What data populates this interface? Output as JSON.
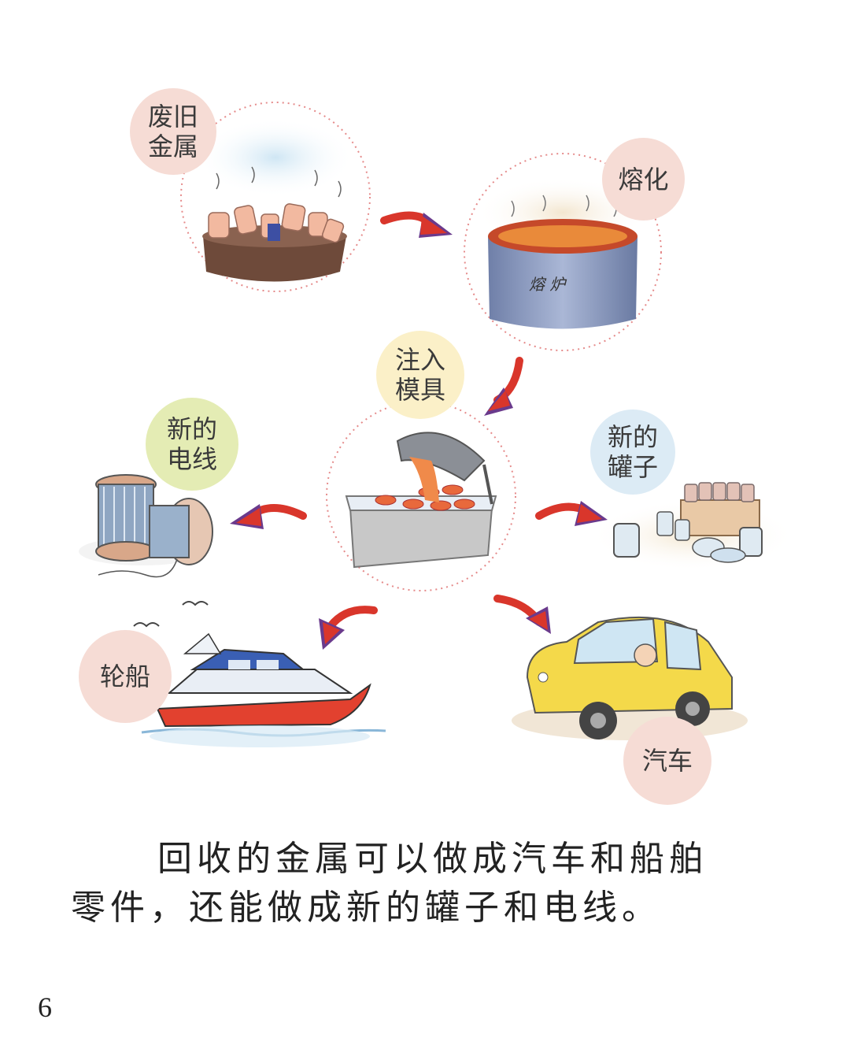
{
  "labels": {
    "scrap_metal": "废旧\n金属",
    "melt": "熔化",
    "furnace": "熔 炉",
    "mold": "注入\n模具",
    "wire": "新的\n电线",
    "cans": "新的\n罐子",
    "ship": "轮船",
    "car": "汽车"
  },
  "text": {
    "line1": "回收的金属可以做成汽车和船舶",
    "line2": "零件，还能做成新的罐子和电线。"
  },
  "page_number": "6",
  "colors": {
    "arrow": "#d9362b",
    "arrow_shadow": "#6a3a8c",
    "bubble_pink": "#f6dcd5",
    "bubble_green": "#e4ecb4",
    "bubble_yellow": "#fbf0c8",
    "bubble_blue": "#dcebf5",
    "circle_dots": "#e58a8a"
  }
}
